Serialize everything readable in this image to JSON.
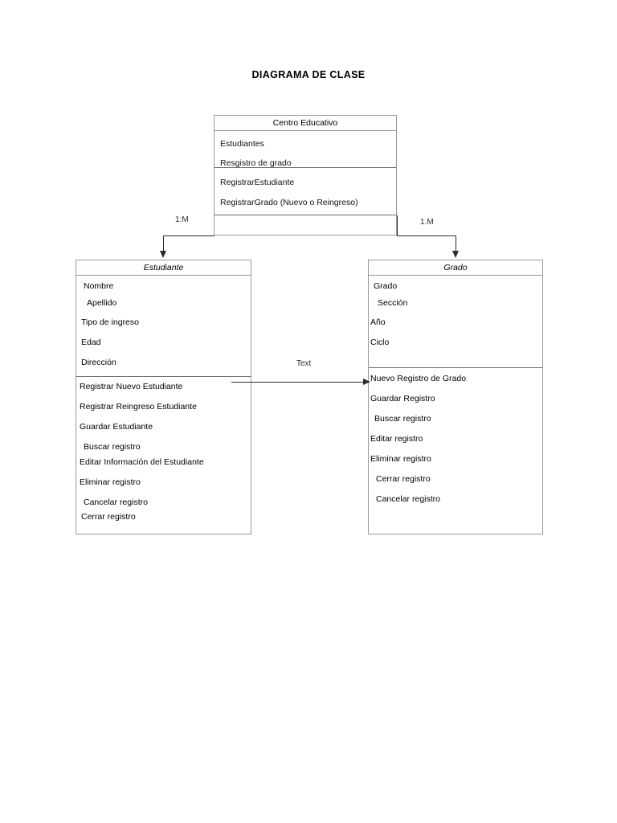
{
  "document": {
    "title": "DIAGRAMA DE CLASE"
  },
  "classes": {
    "centro": {
      "name": "Centro Educativo",
      "attributes": [
        "Estudiantes",
        "Resgistro de grado"
      ],
      "operations": [
        "RegistrarEstudiante",
        "RegistrarGrado (Nuevo o Reingreso)"
      ]
    },
    "estudiante": {
      "name": "Estudiante",
      "attributes": [
        "Nombre",
        "Apellido",
        "Tipo de ingreso",
        "Edad",
        "Dirección"
      ],
      "operations": [
        "Registrar Nuevo Estudiante",
        "Registrar Reingreso Estudiante",
        "Guardar Estudiante",
        "Buscar registro",
        "Editar Información del Estudiante",
        "Eliminar registro",
        "Cancelar registro",
        "Cerrar registro"
      ]
    },
    "grado": {
      "name": "Grado",
      "attributes": [
        "Grado",
        "Sección",
        "Año",
        "Ciclo"
      ],
      "operations": [
        "Nuevo Registro de Grado",
        "Guardar Registro",
        "Buscar registro",
        "Editar registro",
        "Eliminar registro",
        "Cerrar registro",
        "Cancelar registro"
      ]
    }
  },
  "relations": {
    "centro_to_estudiante": {
      "label": "1:M"
    },
    "centro_to_grado": {
      "label": "1.M"
    },
    "estudiante_to_grado": {
      "label": "Text"
    }
  },
  "colors": {
    "line": "#2b2b2b",
    "border": "#9a9a9a",
    "divider": "#6f6f6f",
    "background": "#ffffff",
    "text": "#000000"
  }
}
